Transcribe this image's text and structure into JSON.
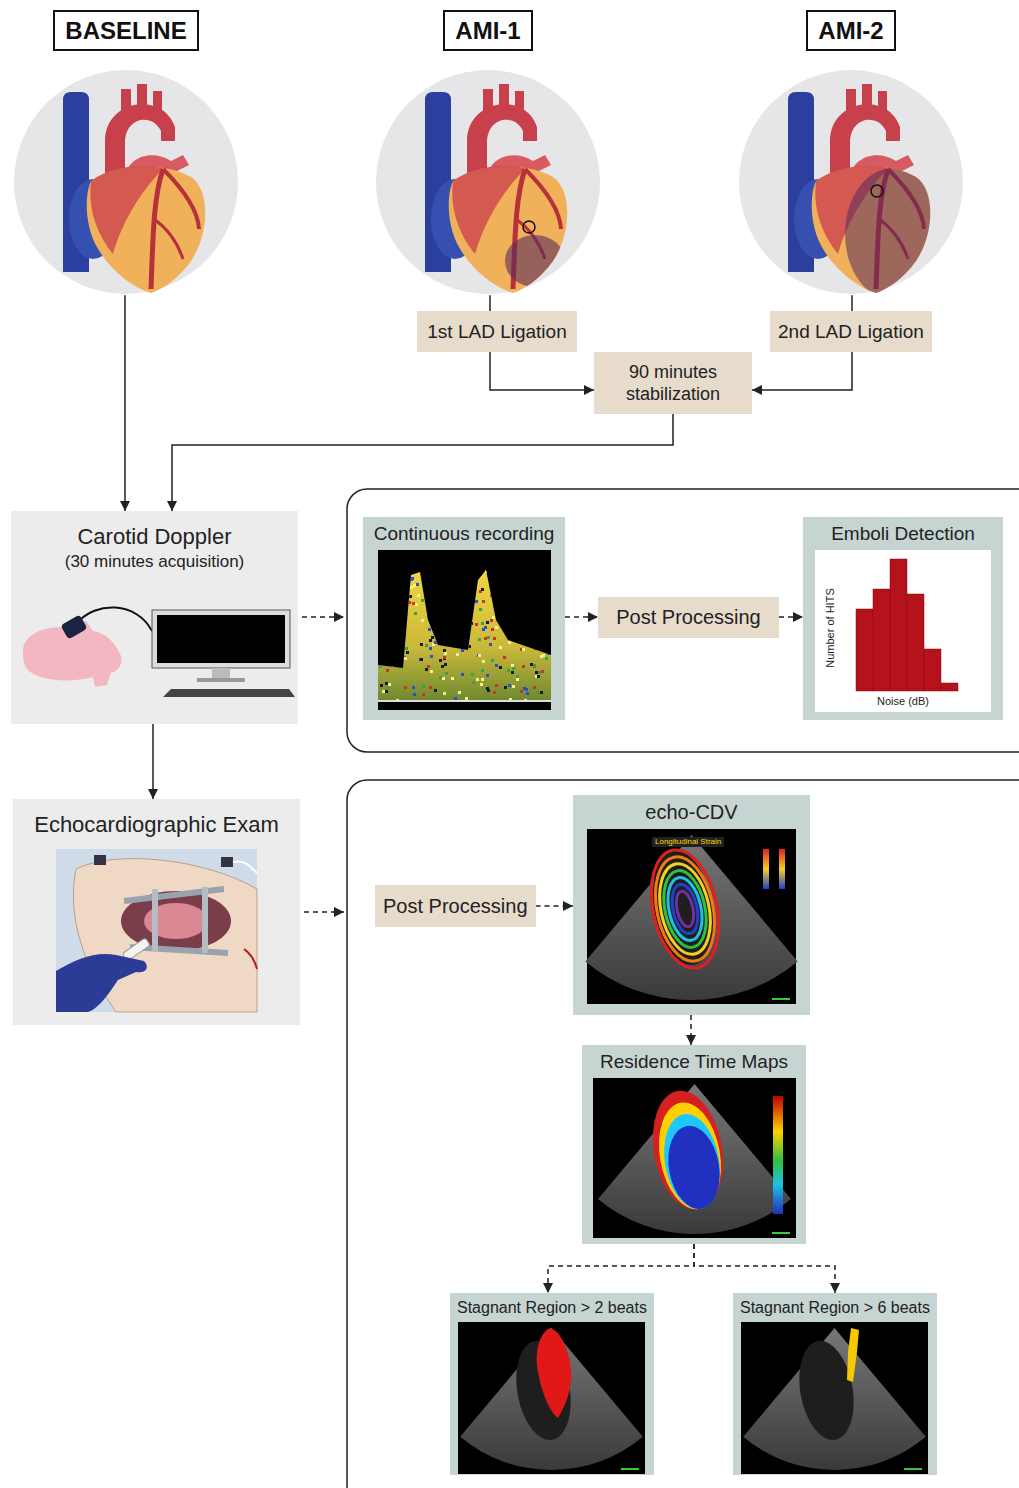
{
  "diagram": {
    "nodes": [
      {
        "text": [
          "BASELINE"
        ]
      },
      {
        "text": [
          "AMI-1"
        ]
      },
      {
        "text": [
          "AMI-2"
        ]
      },
      {
        "text": [
          "1st LAD Ligation"
        ]
      },
      {
        "text": [
          "2nd LAD Ligation"
        ]
      },
      {
        "text": [
          "90 minutes stabilization"
        ]
      },
      {
        "text": [
          "Carotid Doppler",
          "(30 minutes acquisition)"
        ]
      },
      {
        "text": [
          "Continuous recording"
        ]
      },
      {
        "text": [
          "Post Processing"
        ]
      },
      {
        "text": [
          "Emboli Detection",
          "Number of HITS",
          "Noise (dB)"
        ]
      },
      {
        "text": [
          "Echocardiographic Exam"
        ]
      },
      {
        "text": [
          "Post Processing"
        ]
      },
      {
        "text": [
          "echo-CDV"
        ]
      },
      {
        "text": [
          "Residence Time Maps"
        ]
      },
      {
        "text": [
          "Stagnant Region > 2 beats"
        ]
      },
      {
        "text": [
          "Stagnant Region > 6 beats"
        ]
      }
    ],
    "edges": [
      {
        "from": 0,
        "to": 6,
        "arrow": "to"
      },
      {
        "from": 1,
        "to": 3,
        "arrow": "none"
      },
      {
        "from": 2,
        "to": 4,
        "arrow": "none"
      },
      {
        "from": 3,
        "to": 5,
        "arrow": "to"
      },
      {
        "from": 4,
        "to": 5,
        "arrow": "to"
      },
      {
        "from": 5,
        "to": 6,
        "arrow": "to"
      },
      {
        "from": 7,
        "to": 8,
        "arrow": "to"
      },
      {
        "from": 8,
        "to": 9,
        "arrow": "to"
      },
      {
        "from": 6,
        "to": 10,
        "arrow": "to"
      },
      {
        "from": 11,
        "to": 12,
        "arrow": "to"
      },
      {
        "from": 12,
        "to": 13,
        "arrow": "to"
      },
      {
        "from": 13,
        "to": 14,
        "arrow": "to"
      },
      {
        "from": 13,
        "to": 15,
        "arrow": "to"
      }
    ],
    "labels": [
      "Longitudinal Strain"
    ]
  }
}
